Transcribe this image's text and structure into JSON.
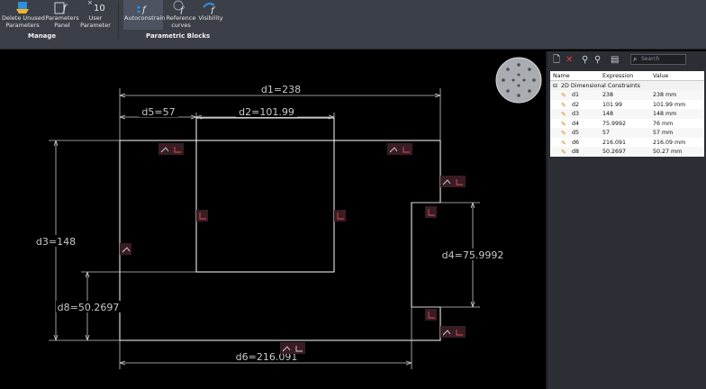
{
  "ribbon": {
    "buttons": [
      {
        "id": "delete-unused",
        "line1": "Delete Unused",
        "line2": "Parameters"
      },
      {
        "id": "parameters-panel",
        "line1": "Parameters",
        "line2": "Panel"
      },
      {
        "id": "user-parameter",
        "line1": "User",
        "line2": "Parameter",
        "glyph": "10"
      },
      {
        "id": "autoconstrain",
        "line1": "Autoconstrain",
        "line2": ""
      },
      {
        "id": "reference-curves",
        "line1": "Reference",
        "line2": "curves"
      },
      {
        "id": "visibility",
        "line1": "Visibility",
        "line2": ""
      }
    ],
    "groups": {
      "manage": "Manage",
      "parametric_blocks": "Parametric Blocks"
    }
  },
  "drawing": {
    "dimensions": {
      "d1": "d1=238",
      "d2": "d2=101.99",
      "d3": "d3=148",
      "d4": "d4=75.9992",
      "d5": "d5=57",
      "d6": "d6=216.091",
      "d8": "d8=50.2697"
    }
  },
  "panel": {
    "search_placeholder": "Search",
    "columns": {
      "name": "Name",
      "expression": "Expression",
      "value": "Value"
    },
    "group_label": "2D Dimensional Constraints",
    "rows": [
      {
        "name": "d1",
        "expression": "238",
        "value": "238 mm"
      },
      {
        "name": "d2",
        "expression": "101.99",
        "value": "101.99 mm"
      },
      {
        "name": "d3",
        "expression": "148",
        "value": "148 mm"
      },
      {
        "name": "d4",
        "expression": "75.9992",
        "value": "76 mm"
      },
      {
        "name": "d5",
        "expression": "57",
        "value": "57 mm"
      },
      {
        "name": "d6",
        "expression": "216.091",
        "value": "216.09 mm"
      },
      {
        "name": "d8",
        "expression": "50.2697",
        "value": "50.27 mm"
      }
    ]
  },
  "colors": {
    "ribbon_bg": "#3b4048",
    "canvas_bg": "#000000",
    "geometry": "#ffffff",
    "dimension": "#c8c8c8",
    "constraint_marker": "#3a1c24",
    "accent_blue": "#2f8fe0"
  }
}
